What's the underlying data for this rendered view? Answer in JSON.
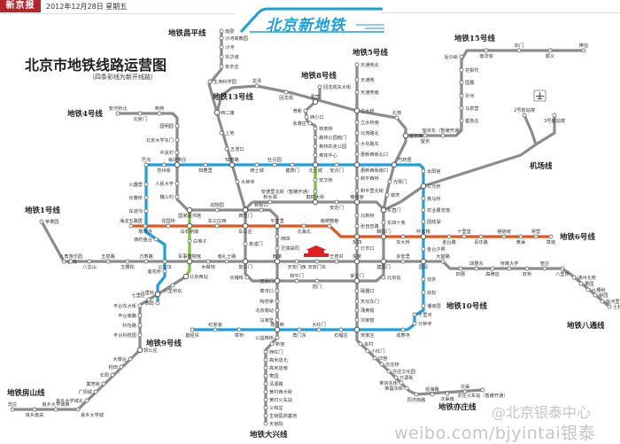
{
  "header": {
    "logo": "新京报",
    "date": "2012年12月28日   星期五",
    "banner": "北京新地铁"
  },
  "title": "北京市地铁线路运营图",
  "subtitle": "（四条彩线为新开线路）",
  "colors": {
    "existing": "#8c8c8c",
    "line10": "#1a9fe0",
    "line6": "#e8541e",
    "line9": "#7cc242",
    "brand": "#b4262a"
  },
  "icons": {
    "airport": "airplane-icon",
    "tiananmen": "tiananmen-icon",
    "transfer": "transfer-station-icon"
  },
  "lines": [
    {
      "id": "l1",
      "label": "地铁1号线",
      "color": "#8c8c8c",
      "stations": [
        "苹果园",
        "古城",
        "八角游乐园",
        "八宝山",
        "玉泉路",
        "五棵松",
        "万寿路",
        "公主坟",
        "军事博物馆",
        "木樨地",
        "南礼士路",
        "复兴门",
        "西单",
        "天安门西",
        "天安门东",
        "王府井",
        "东单",
        "建国门",
        "永安里",
        "国贸",
        "大望路",
        "四惠",
        "四惠东"
      ]
    },
    {
      "id": "bt",
      "label": "地铁八通线",
      "color": "#8c8c8c",
      "stations": [
        "高碑店",
        "传媒大学",
        "双桥",
        "管庄",
        "八里桥",
        "通州北苑",
        "果园",
        "九棵树",
        "梨园",
        "临河里",
        "土桥"
      ]
    },
    {
      "id": "l6",
      "label": "地铁6号线",
      "color": "#e8541e",
      "stations": [
        "海淀五路居",
        "慈寿寺",
        "花园桥",
        "白石桥南",
        "车公庄西",
        "车公庄",
        "平安里",
        "北海北",
        "南锣鼓巷",
        "东四",
        "朝阳门",
        "东大桥",
        "呼家楼",
        "金台路",
        "十里堡",
        "青年路",
        "褡裢坡",
        "黄渠",
        "常营",
        "草房"
      ]
    },
    {
      "id": "l10",
      "label": "地铁10号线",
      "color": "#1a9fe0",
      "stations": [
        "巴沟",
        "苏州街",
        "海淀黄庄",
        "知春里",
        "知春路",
        "西土城",
        "牡丹园",
        "健德门",
        "北土城",
        "安贞门",
        "惠新西街南口",
        "芍药居",
        "太阳宫",
        "三元桥",
        "亮马桥",
        "农业展览馆",
        "团结湖",
        "呼家楼",
        "金台夕照",
        "国贸",
        "双井",
        "劲松",
        "潘家园",
        "十里河",
        "分钟寺",
        "成寿寺",
        "宋家庄",
        "石榴庄",
        "大红门",
        "角门东",
        "角门西",
        "草桥",
        "纪家庙",
        "首经贸"
      ]
    },
    {
      "id": "l10w",
      "label": "",
      "color": "#1a9fe0",
      "stations": [
        "火器营",
        "长春桥",
        "车道沟",
        "西钓鱼台",
        "莲花桥",
        "六里桥",
        "西局"
      ]
    },
    {
      "id": "l4",
      "label": "地铁4号线",
      "color": "#8c8c8c",
      "stations": [
        "安河桥北",
        "北宫门",
        "西苑",
        "圆明园",
        "北京大学东门",
        "中关村",
        "海淀黄庄",
        "人民大学",
        "魏公村",
        "国家图书馆",
        "动物园",
        "西直门",
        "新街口",
        "平安里",
        "西四",
        "灵境胡同",
        "西单",
        "宣武门",
        "菜市口",
        "陶然亭",
        "北京南站",
        "马家堡",
        "角门西",
        "公益西桥"
      ]
    },
    {
      "id": "dx",
      "label": "地铁大兴线",
      "color": "#8c8c8c",
      "stations": [
        "新宫",
        "西红门",
        "高米店北",
        "高米店南",
        "枣园",
        "清源路",
        "黄村西大街",
        "黄村火车站",
        "义和庄",
        "生物医药基地",
        "天宫院"
      ]
    },
    {
      "id": "l2",
      "label": "",
      "color": "#8c8c8c",
      "stations": [
        "西直门",
        "积水潭",
        "鼓楼大街",
        "安定门",
        "雍和宫",
        "东直门",
        "东四十条",
        "朝阳门",
        "建国门",
        "北京站",
        "崇文门",
        "前门",
        "和平门",
        "宣武门",
        "长椿街",
        "复兴门",
        "阜成门",
        "车公庄"
      ]
    },
    {
      "id": "l5",
      "label": "地铁5号线",
      "color": "#8c8c8c",
      "stations": [
        "天通苑北",
        "天通苑",
        "天通苑南",
        "立水桥",
        "立水桥南",
        "北苑路北",
        "大屯路东",
        "惠新西街北口",
        "惠新西街南口",
        "和平西桥",
        "和平里北街",
        "雍和宫",
        "北新桥",
        "张自忠路",
        "东四",
        "灯市口",
        "东单",
        "崇文门",
        "磁器口",
        "天坛东门",
        "蒲黄榆",
        "刘家窑",
        "宋家庄"
      ]
    },
    {
      "id": "l13",
      "label": "地铁13号线",
      "color": "#8c8c8c",
      "stations": [
        "西直门",
        "大钟寺",
        "知春路",
        "五道口",
        "上地",
        "西二旗",
        "龙泽",
        "回龙观",
        "霍营",
        "立水桥",
        "北苑",
        "望京西",
        "芍药居",
        "光熙门",
        "柳芳",
        "东直门"
      ]
    },
    {
      "id": "l8",
      "label": "地铁8号线",
      "color": "#8c8c8c",
      "stations": [
        "回龙观东大街",
        "霍营",
        "育新",
        "西小口",
        "永泰庄",
        "林萃桥",
        "森林公园南门",
        "奥林匹克公园",
        "奥体中心",
        "北土城",
        "安华桥",
        "安德里北街（暂缓开通）",
        "鼓楼大街"
      ]
    },
    {
      "id": "cp",
      "label": "地铁昌平线",
      "color": "#8c8c8c",
      "stations": [
        "西二旗",
        "生命科学园",
        "朱辛庄",
        "巩华城",
        "沙河",
        "沙河高教园",
        "南邵"
      ]
    },
    {
      "id": "l9g",
      "label": "",
      "color": "#7cc242",
      "stations": [
        "国家图书馆",
        "白石桥南",
        "白堆子",
        "军事博物馆",
        "北京西站"
      ]
    },
    {
      "id": "l9",
      "label": "地铁9号线",
      "color": "#8c8c8c",
      "stations": [
        "北京西站",
        "六里桥东",
        "六里桥",
        "七里庄",
        "丰台东大街",
        "丰台南路",
        "科怡路",
        "丰台科技园",
        "郭公庄"
      ]
    },
    {
      "id": "fs",
      "label": "地铁房山线",
      "color": "#8c8c8c",
      "stations": [
        "郭公庄",
        "大葆台",
        "稻田",
        "长阳",
        "篱笆房",
        "广阳城",
        "良乡大学城北",
        "良乡大学城",
        "良乡大学城西",
        "良乡南关",
        "苏庄"
      ]
    },
    {
      "id": "l15",
      "label": "地铁15号线",
      "color": "#8c8c8c",
      "stations": [
        "望京西",
        "望京",
        "望京东（暂缓开通）",
        "崔各庄",
        "马泉营",
        "孙河",
        "国展",
        "花梨坎",
        "后沙峪",
        "南法信",
        "石门",
        "顺义",
        "俸伯"
      ]
    },
    {
      "id": "ap",
      "label": "机场线",
      "color": "#8c8c8c",
      "stations": [
        "东直门",
        "三元桥",
        "2号航站楼",
        "3号航站楼"
      ]
    },
    {
      "id": "yz",
      "label": "地铁亦庄线",
      "color": "#8c8c8c",
      "stations": [
        "宋家庄",
        "肖村",
        "小红门",
        "旧宫",
        "亦庄桥",
        "亦庄文化园",
        "万源街",
        "荣京东街",
        "荣昌东街",
        "同济南路",
        "经海路",
        "次渠南",
        "次渠",
        "亦庄火车站（暂缓开通）"
      ]
    }
  ],
  "watermark": {
    "account": "@北京银泰中心",
    "url": "weibo.com/bjyintai银泰"
  }
}
